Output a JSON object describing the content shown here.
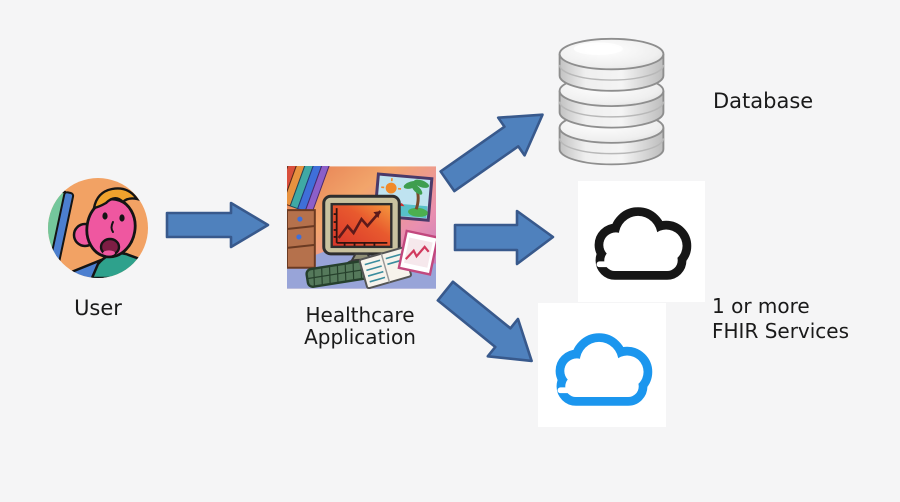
{
  "diagram": {
    "title": "Healthcare application FHIR connectivity diagram",
    "background": "#F5F5F6"
  },
  "colors": {
    "page-bg": "#F5F5F6",
    "arrow-fill": "#4F81BD",
    "arrow-stroke": "#38598C",
    "cloud-black": "#161616",
    "cloud-blue": "#1B96EE",
    "label": "#1A1A1A"
  },
  "nodes": {
    "user": {
      "label": "User",
      "icon": "user-avatar-icon"
    },
    "app": {
      "label": "Healthcare Application",
      "line1": "Healthcare",
      "line2": "Application",
      "icon": "healthcare-app-illustration"
    },
    "database": {
      "label": "Database",
      "icon": "database-cylinders-icon"
    },
    "fhir": {
      "label": "1 or more FHIR Services",
      "line1": "1 or more",
      "line2": "FHIR Services",
      "icons": [
        "cloud-outline-black-icon",
        "cloud-outline-blue-icon"
      ]
    }
  },
  "edges": [
    {
      "from": "user",
      "to": "app",
      "direction": "right"
    },
    {
      "from": "app",
      "to": "database",
      "direction": "up-right"
    },
    {
      "from": "app",
      "to": "fhir-cloud-black",
      "direction": "right"
    },
    {
      "from": "app",
      "to": "fhir-cloud-blue",
      "direction": "down-right"
    }
  ]
}
